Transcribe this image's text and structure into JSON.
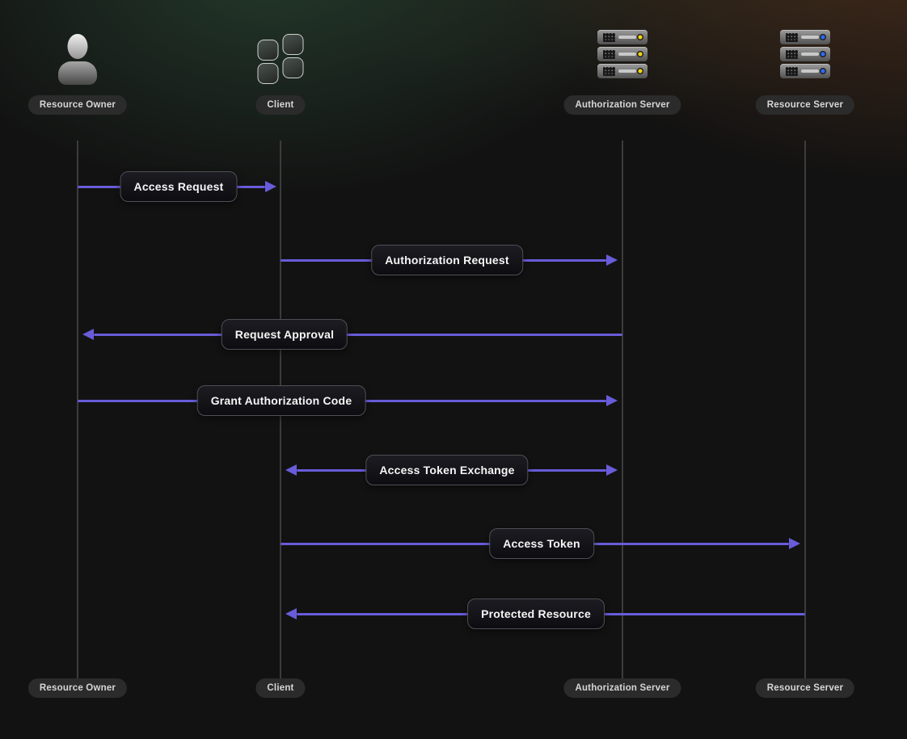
{
  "colors": {
    "background_base": "#121212",
    "glow_left": "rgba(52,94,66,0.5)",
    "glow_right": "rgba(128,74,36,0.45)",
    "arrow": "#685CD9",
    "lifeline": "#3C3C3C",
    "label_border": "#4E4E56",
    "label_text": "#F5F5F5",
    "pill_bg": "#2B2B2B",
    "pill_text": "#D6D6D6"
  },
  "actors": [
    {
      "id": "resource-owner",
      "label": "Resource Owner",
      "icon": "person-icon"
    },
    {
      "id": "client",
      "label": "Client",
      "icon": "app-grid-icon"
    },
    {
      "id": "authorization-server",
      "label": "Authorization Server",
      "icon": "server-stack-icon",
      "led_color": "#F2D411"
    },
    {
      "id": "resource-server",
      "label": "Resource Server",
      "icon": "server-stack-icon",
      "led_color": "#2F6BFF"
    }
  ],
  "messages": [
    {
      "label": "Access Request",
      "from": "Resource Owner",
      "to": "Client",
      "arrows": "right"
    },
    {
      "label": "Authorization Request",
      "from": "Client",
      "to": "Authorization Server",
      "arrows": "right"
    },
    {
      "label": "Request Approval",
      "from": "Authorization Server",
      "to": "Resource Owner",
      "arrows": "left"
    },
    {
      "label": "Grant Authorization Code",
      "from": "Resource Owner",
      "to": "Authorization Server",
      "arrows": "right"
    },
    {
      "label": "Access Token Exchange",
      "from": "Client",
      "to": "Authorization Server",
      "arrows": "both"
    },
    {
      "label": "Access Token",
      "from": "Client",
      "to": "Resource Server",
      "arrows": "right"
    },
    {
      "label": "Protected Resource",
      "from": "Resource Server",
      "to": "Client",
      "arrows": "left"
    }
  ]
}
